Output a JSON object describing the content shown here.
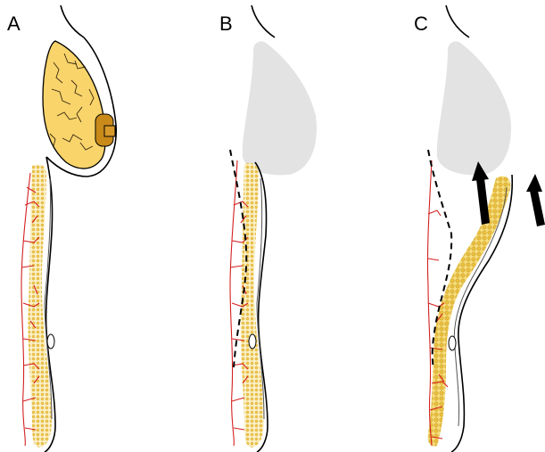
{
  "panels": [
    {
      "label": "A"
    },
    {
      "label": "B"
    },
    {
      "label": "C"
    }
  ],
  "colors": {
    "breast_tissue": "#f9d46b",
    "nipple": "#c98a1a",
    "removed_breast": "#e3e3e3",
    "vessels": "#d42020",
    "incision": "#000000",
    "arrows": "#000000"
  },
  "icons": [
    "up-arrow-icon",
    "up-arrow-icon"
  ]
}
